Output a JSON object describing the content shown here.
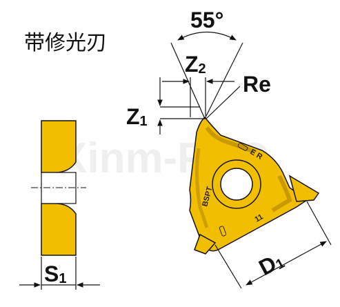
{
  "title": "带修光刃",
  "watermark": "Xinm-PDO",
  "colors": {
    "insert_gold": "#F2BE00",
    "insert_shadow": "#B88A00",
    "line": "#111111",
    "hole": "#FFFFFF"
  },
  "labels": {
    "angle": "55°",
    "z2_main": "Z",
    "z2_sub": "2",
    "re": "Re",
    "z1_main": "Z",
    "z1_sub": "1",
    "s1_main": "S",
    "s1_sub": "1",
    "d1_main": "D",
    "d1_sub": "1"
  },
  "insert_markings": {
    "standard": "BSPT",
    "grade_letters": "E  R",
    "pitch": "11"
  }
}
